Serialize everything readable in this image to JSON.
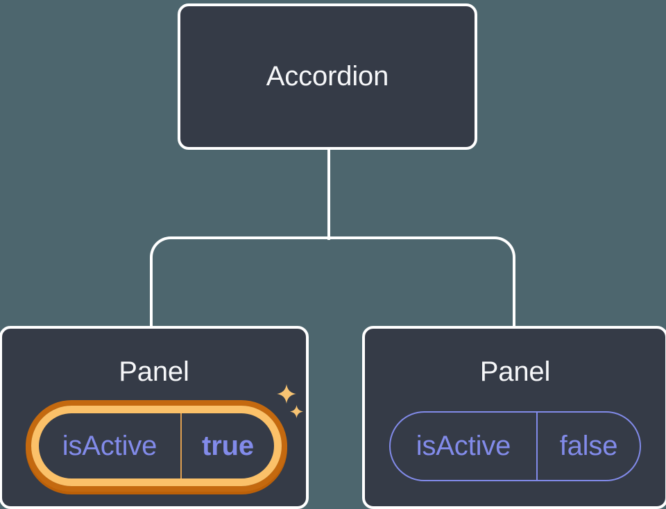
{
  "tree": {
    "root": {
      "label": "Accordion"
    },
    "children": [
      {
        "label": "Panel",
        "state": {
          "key": "isActive",
          "value": "true"
        },
        "highlighted": true,
        "icons": [
          "sparkle-icon",
          "sparkle-icon"
        ]
      },
      {
        "label": "Panel",
        "state": {
          "key": "isActive",
          "value": "false"
        },
        "highlighted": false
      }
    ]
  },
  "colors": {
    "background": "#4D666E",
    "node_fill": "#353B47",
    "node_border": "#FFFFFF",
    "connector": "#FFFFFF",
    "title_text": "#F6F7F9",
    "state_text": "#828BEA",
    "state_border": "#828BEA",
    "highlight_outer_ring": "#C4690F",
    "highlight_inner_ring": "#FBC169",
    "highlight_divider": "#E0A050",
    "sparkle": "#F8C473"
  }
}
